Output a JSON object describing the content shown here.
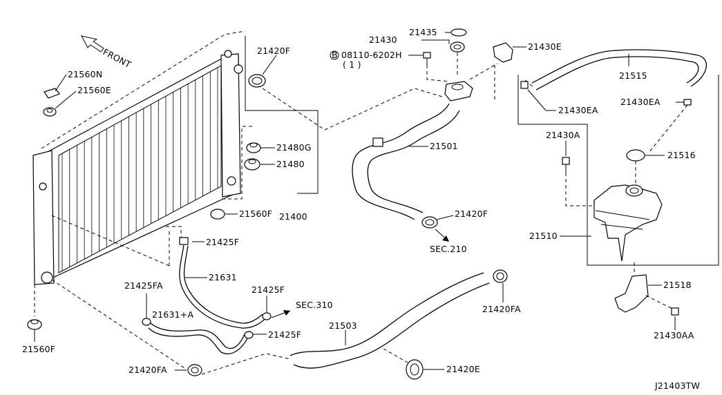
{
  "diagram_code": "J21403TW",
  "front_label": "FRONT",
  "bolt_symbol": "B",
  "bolt_qty": "( 1 )",
  "labels": {
    "p21560N": "21560N",
    "p21560E": "21560E",
    "p21420F_top": "21420F",
    "p21480G": "21480G",
    "p21480": "21480",
    "p21560F_mid": "21560F",
    "p21400": "21400",
    "p21425F_a": "21425F",
    "p21631": "21631",
    "p21425FA": "21425FA",
    "p21631A": "21631+A",
    "p21425F_b": "21425F",
    "p21425F_c": "21425F",
    "sec310": "SEC.310",
    "p21560F_bot": "21560F",
    "p21420FA_bot": "21420FA",
    "p21430": "21430",
    "p21435": "21435",
    "p08110": "08110-6202H",
    "p21501": "21501",
    "p21420F_mid": "21420F",
    "sec210": "SEC.210",
    "p21503": "21503",
    "p21420FA_mid": "21420FA",
    "p21420E": "21420E",
    "p21430E": "21430E",
    "p21515": "21515",
    "p21430EA_a": "21430EA",
    "p21430EA_b": "21430EA",
    "p21430A": "21430A",
    "p21516": "21516",
    "p21510": "21510",
    "p21518": "21518",
    "p21430AA": "21430AA"
  }
}
